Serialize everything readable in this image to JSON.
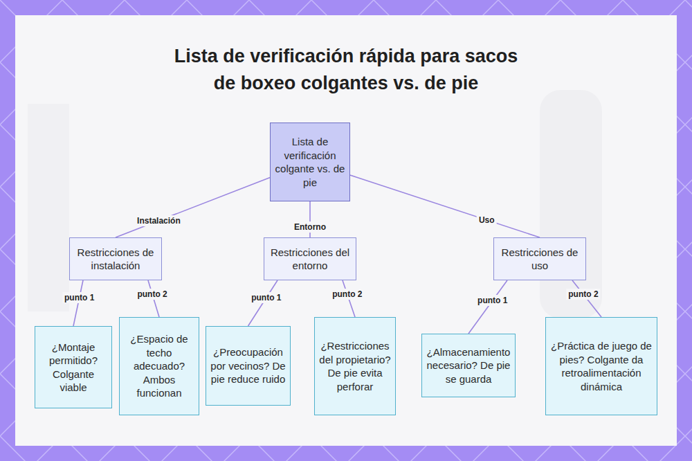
{
  "diagram": {
    "title": "Lista de verificación rápida para sacos de boxeo colgantes vs. de pie",
    "nodes": [
      {
        "text": [
          "Lista de verificación colgante vs. de pie"
        ]
      },
      {
        "text": [
          "Restricciones de instalación"
        ]
      },
      {
        "text": [
          "Restricciones del entorno"
        ]
      },
      {
        "text": [
          "Restricciones de uso"
        ]
      },
      {
        "text": [
          "¿Montaje permitido? Colgante viable"
        ]
      },
      {
        "text": [
          "¿Espacio de techo adecuado? Ambos funcionan"
        ]
      },
      {
        "text": [
          "¿Preocupación por vecinos? De pie reduce ruido"
        ]
      },
      {
        "text": [
          "¿Restricciones del propietario? De pie evita perforar"
        ]
      },
      {
        "text": [
          "¿Almacenamiento necesario? De pie se guarda"
        ]
      },
      {
        "text": [
          "¿Práctica de juego de pies? Colgante da retroalimentación dinámica"
        ]
      }
    ],
    "edges": [
      {
        "from": 0,
        "to": 1,
        "label": "Instalación",
        "arrow": "none"
      },
      {
        "from": 0,
        "to": 2,
        "label": "Entorno",
        "arrow": "none"
      },
      {
        "from": 0,
        "to": 3,
        "label": "Uso",
        "arrow": "none"
      },
      {
        "from": 1,
        "to": 4,
        "label": "punto 1",
        "arrow": "none"
      },
      {
        "from": 1,
        "to": 5,
        "label": "punto 2",
        "arrow": "none"
      },
      {
        "from": 2,
        "to": 6,
        "label": "punto 1",
        "arrow": "none"
      },
      {
        "from": 2,
        "to": 7,
        "label": "punto 2",
        "arrow": "none"
      },
      {
        "from": 3,
        "to": 8,
        "label": "punto 1",
        "arrow": "none"
      },
      {
        "from": 3,
        "to": 9,
        "label": "punto 2",
        "arrow": "none"
      }
    ]
  }
}
